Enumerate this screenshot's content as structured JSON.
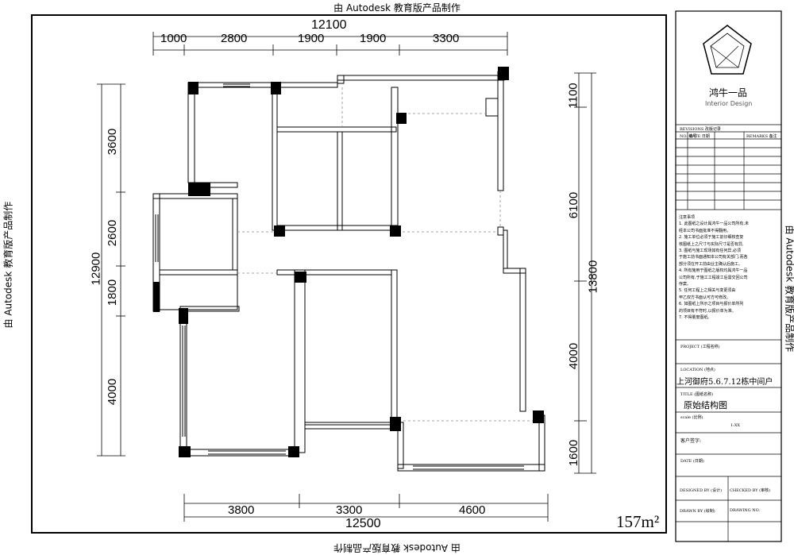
{
  "watermark": {
    "text": "由 Autodesk 教育版产品制作"
  },
  "dimensions": {
    "top_total": "12100",
    "top_segments": [
      "1000",
      "2800",
      "1900",
      "1900",
      "3300"
    ],
    "bottom_total": "12500",
    "bottom_segments": [
      "3800",
      "3300",
      "4600"
    ],
    "left_total": "12900",
    "left_segments": [
      "3600",
      "2600",
      "1800",
      "4000"
    ],
    "right_total": "13800",
    "right_segments": [
      "1100",
      "6100",
      "4000",
      "1600"
    ]
  },
  "area_label": "157m²",
  "title_block": {
    "brand_name": "鸿牛一品",
    "brand_sub": "Interior Design",
    "revisions_title": "REVISIONS 改版记录",
    "revisions_headers": [
      "NO. 编号",
      "DATE 日期",
      "REMARKS 备注"
    ],
    "notes_title": "注意事项",
    "notes": [
      "1. 此图纸之设计属鸿牛一品公司所有,未",
      "经本公司书面批准不得翻用。",
      "2. 施工单位必须于施工前仔细核查复",
      "核图纸上之尺寸与实际尺寸是否有异,",
      "3. 图纸与施工现场如有任何异,必须",
      "于施工前书面通知本公司有关部门,而各",
      "部分须在开工前由业主确认后施工。",
      "4. 所有施用于图纸之版权均属鸿牛一品",
      "公司所有,于施工工程竣工后需交回公司",
      "存案。",
      "5. 任何工程上之相关与变更须由",
      "甲乙双方书面认可方可修改。",
      "6. 如图纸上所示之项目与报价单所列",
      "的项目有不符时,以报价单为准。",
      "7. 不得量度图纸。"
    ],
    "project_label": "PROJECT (工程名称)",
    "location_label": "LOCATION (地点)",
    "location_value": "上河御府5.6.7.12栋中间户",
    "title_label": "TITLE (图纸名称)",
    "title_value": "原始结构图",
    "scale_label": "scale (比例)",
    "scale_value": "1:XX",
    "client_label": "客户签字:",
    "date_label": "DATE (日期)",
    "designed_label": "DESIGNED BY (设计)",
    "checked_label": "CHECKED BY (审核)",
    "drawn_label": "DRAWN BY (绘制)",
    "drawing_no_label": "DRAWING NO."
  }
}
